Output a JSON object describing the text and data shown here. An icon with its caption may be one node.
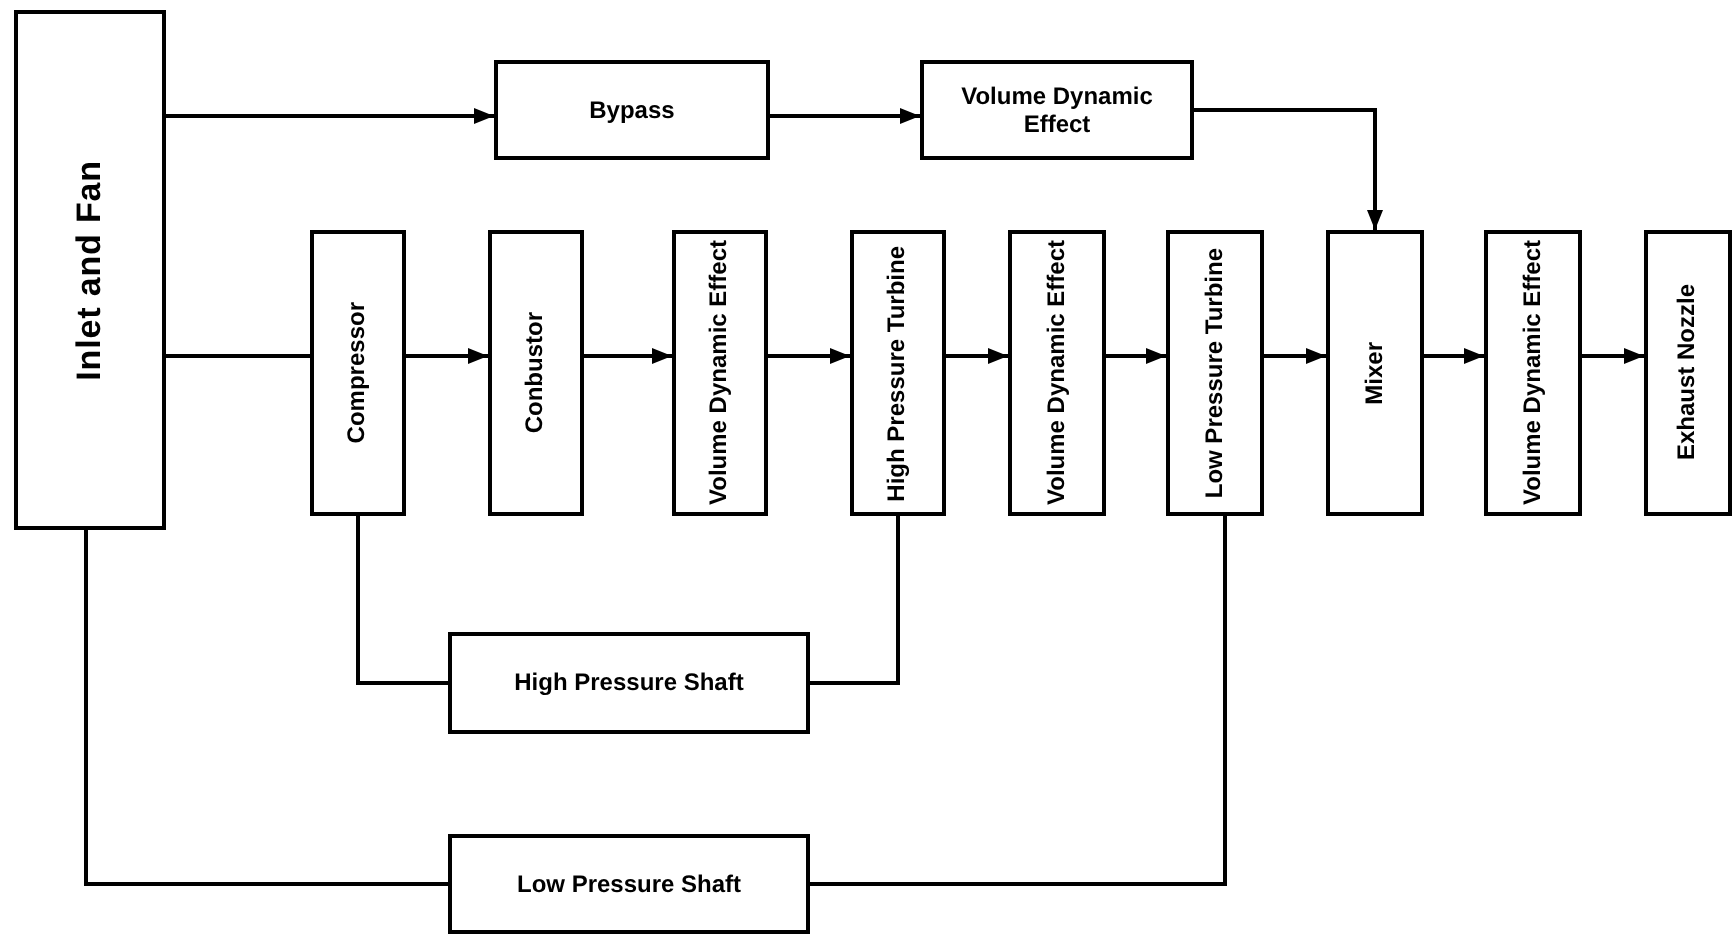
{
  "diagram": {
    "nodes": [
      {
        "text": [
          "Inlet and Fan"
        ]
      },
      {
        "text": [
          "Bypass"
        ]
      },
      {
        "text": [
          "Volume Dynamic Effect"
        ]
      },
      {
        "text": [
          "Compressor"
        ]
      },
      {
        "text": [
          "Conbustor"
        ]
      },
      {
        "text": [
          "Volume Dynamic Effect"
        ]
      },
      {
        "text": [
          "High Pressure Turbine"
        ]
      },
      {
        "text": [
          "Volume Dynamic Effect"
        ]
      },
      {
        "text": [
          "Low Pressure Turbine"
        ]
      },
      {
        "text": [
          "Mixer"
        ]
      },
      {
        "text": [
          "Volume Dynamic Effect"
        ]
      },
      {
        "text": [
          "Exhaust Nozzle"
        ]
      },
      {
        "text": [
          "High Pressure Shaft"
        ]
      },
      {
        "text": [
          "Low Pressure Shaft"
        ]
      }
    ],
    "edges": [
      {
        "from": 0,
        "to": 1,
        "arrow": "to"
      },
      {
        "from": 1,
        "to": 2,
        "arrow": "to"
      },
      {
        "from": 2,
        "to": 9,
        "arrow": "to"
      },
      {
        "from": 0,
        "to": 3,
        "arrow": "none"
      },
      {
        "from": 3,
        "to": 4,
        "arrow": "to"
      },
      {
        "from": 4,
        "to": 5,
        "arrow": "to"
      },
      {
        "from": 5,
        "to": 6,
        "arrow": "to"
      },
      {
        "from": 6,
        "to": 7,
        "arrow": "to"
      },
      {
        "from": 7,
        "to": 8,
        "arrow": "to"
      },
      {
        "from": 8,
        "to": 9,
        "arrow": "to"
      },
      {
        "from": 9,
        "to": 10,
        "arrow": "to"
      },
      {
        "from": 10,
        "to": 11,
        "arrow": "to"
      },
      {
        "from": 3,
        "to": 12,
        "arrow": "none"
      },
      {
        "from": 6,
        "to": 12,
        "arrow": "none"
      },
      {
        "from": 0,
        "to": 13,
        "arrow": "none"
      },
      {
        "from": 8,
        "to": 13,
        "arrow": "none"
      }
    ]
  }
}
